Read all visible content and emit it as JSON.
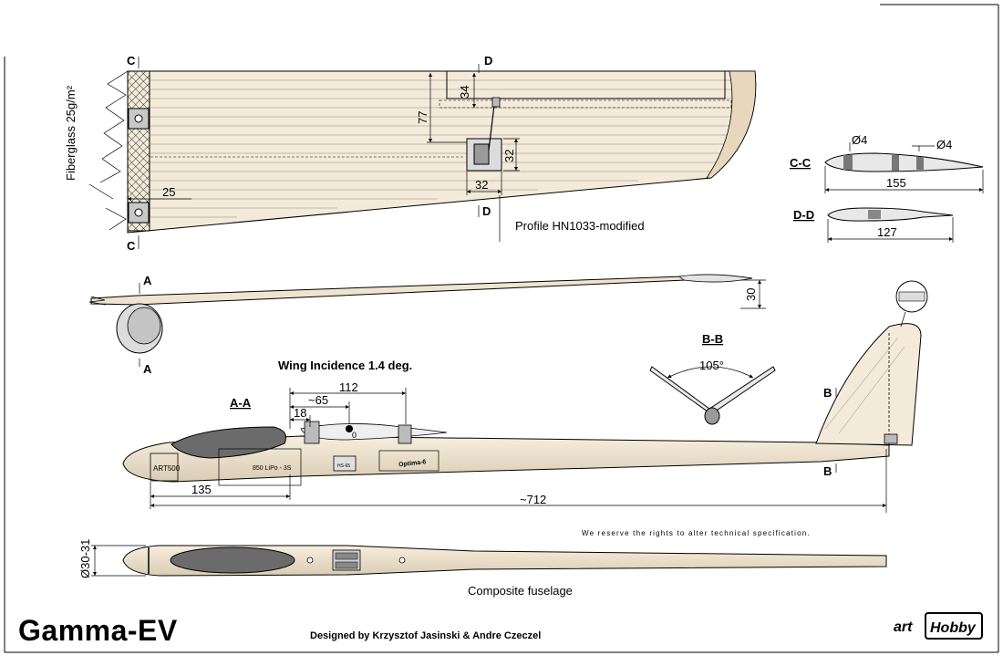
{
  "wing": {
    "section_c": "C",
    "section_d": "D",
    "fiberglass_label": "Fiberglass 25g/m²",
    "dim_25": "25",
    "dim_34": "34",
    "dim_77": "77",
    "dim_32_vertical": "32",
    "dim_32_horizontal": "32",
    "profile_label": "Profile HN1033-modified"
  },
  "sections": {
    "cc_label": "C-C",
    "cc_hole_a": "Ø4",
    "cc_hole_b": "Ø4",
    "cc_chord": "155",
    "dd_label": "D-D",
    "dd_chord": "127"
  },
  "front_view": {
    "section_a": "A",
    "dim_30": "30",
    "incidence_label": "Wing Incidence 1.4 deg."
  },
  "vtail": {
    "bb_label": "B-B",
    "angle": "105°",
    "section_b": "B"
  },
  "side_view": {
    "aa_label": "A-A",
    "dim_112": "112",
    "dim_65": "~65",
    "dim_18": "18",
    "cg_mark": "0",
    "motor_label": "ART500",
    "battery_label": "850 LiPo - 3S",
    "esc_label": "Optima-6",
    "servo_label": "HS-65",
    "dim_135": "135",
    "dim_712": "~712"
  },
  "notes": {
    "rights": "We reserve the rights to alter technical specification."
  },
  "top_fuselage": {
    "dim_diameter": "Ø30-31",
    "caption": "Composite fuselage"
  },
  "titleblock": {
    "model_name": "Gamma-EV",
    "designers": "Designed by Krzysztof Jasinski & Andre Czeczel",
    "brand_art": "art",
    "brand_hobby": "Hobby"
  }
}
